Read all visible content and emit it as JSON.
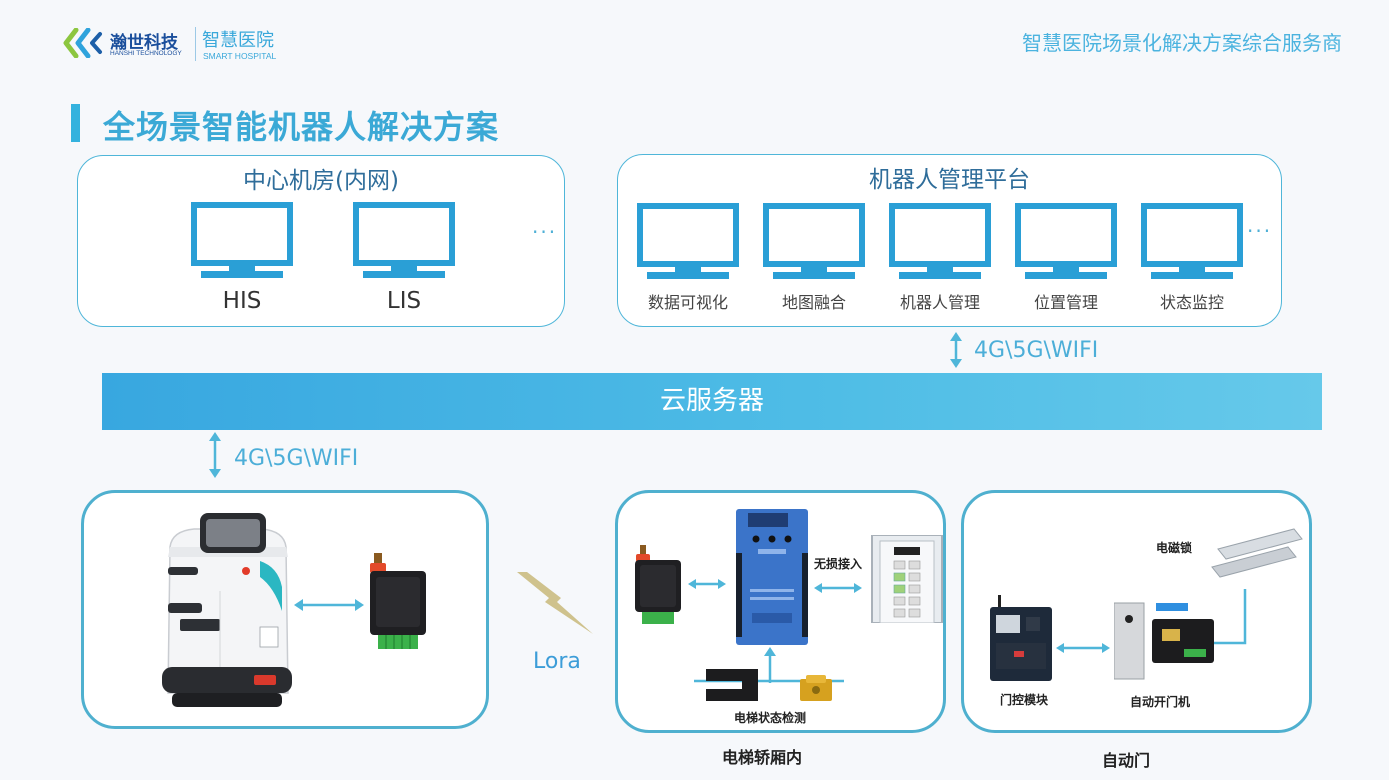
{
  "header": {
    "logo_brand": "瀚世科技",
    "logo_brand_en": "HANSHI TECHNOLOGY",
    "logo_sub": "智慧医院",
    "logo_sub_en": "SMART HOSPITAL",
    "tagline": "智慧医院场景化解决方案综合服务商"
  },
  "page_title": "全场景智能机器人解决方案",
  "center_room": {
    "title": "中心机房(内网)",
    "systems": [
      "HIS",
      "LIS"
    ],
    "more": "···"
  },
  "robot_platform": {
    "title": "机器人管理平台",
    "modules": [
      "数据可视化",
      "地图融合",
      "机器人管理",
      "位置管理",
      "状态监控"
    ],
    "more": "···"
  },
  "cloud": {
    "label": "云服务器"
  },
  "links": {
    "top": "4G\\5G\\WIFI",
    "bottom": "4G\\5G\\WIFI",
    "wireless": "Lora"
  },
  "elevator": {
    "caption": "电梯轿厢内",
    "lossless": "无损接入",
    "status_detect": "电梯状态检测"
  },
  "auto_door": {
    "caption": "自动门",
    "magnetic_lock": "电磁锁",
    "door_module": "门控模块",
    "door_opener": "自动开门机"
  },
  "colors": {
    "accent": "#4fb6d9",
    "cloud_bar": "#3fb2e2",
    "monitor": "#2a9fd6",
    "title": "#3ba9d6"
  }
}
